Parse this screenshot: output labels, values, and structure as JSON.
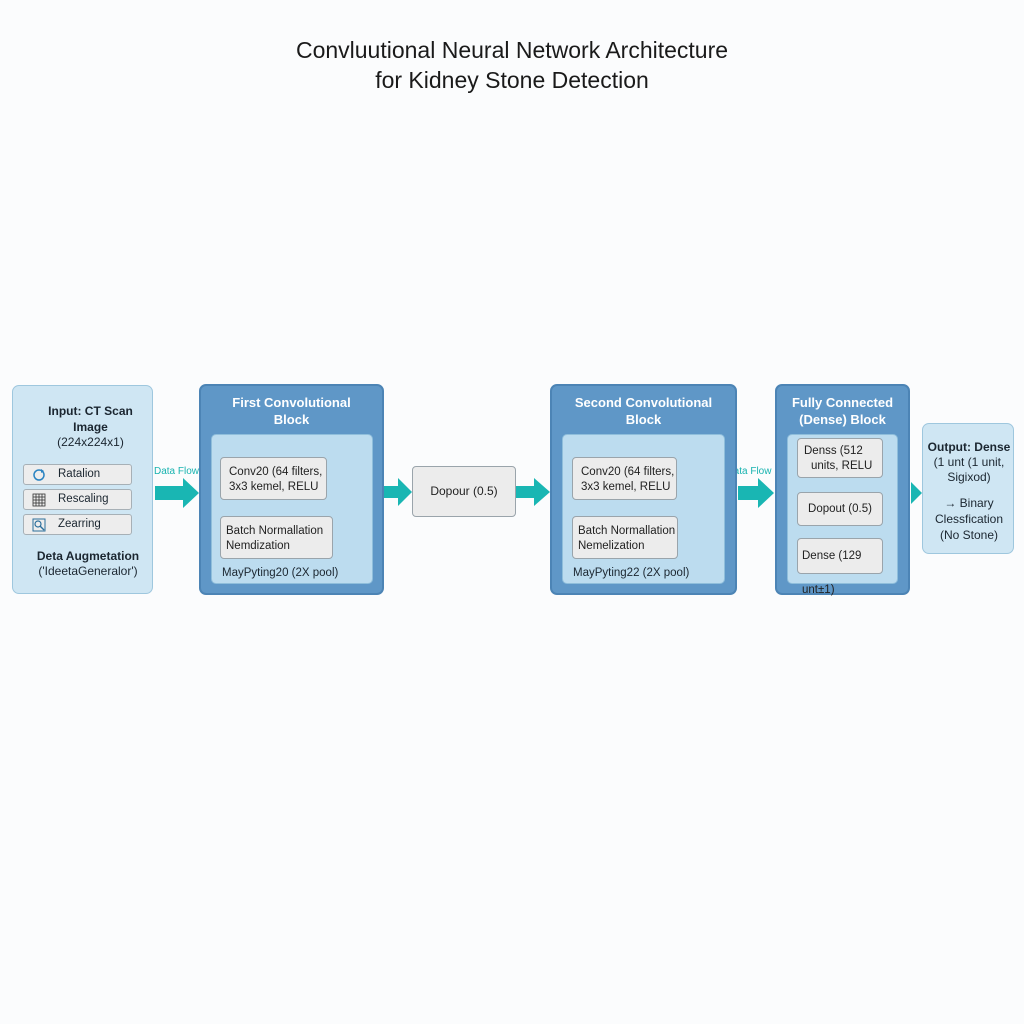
{
  "title": {
    "line1": "Convluutional Neural Network Architecture",
    "line2": "for Kidney Stone Detection"
  },
  "input": {
    "line1": "Input: CT Scan",
    "line2": "Image",
    "line3": "(224x224x1)",
    "augmentations": [
      {
        "label": "Ratalion",
        "icon": "rotation-icon"
      },
      {
        "label": "Rescaling",
        "icon": "grid-icon"
      },
      {
        "label": "Zearring",
        "icon": "zoom-icon"
      }
    ],
    "aug_title": "Deta Augmetation",
    "aug_sub": "('IdeetaGeneralor')"
  },
  "flow_labels": {
    "first": "Data Flow",
    "second": "Tdata Flow"
  },
  "block1": {
    "title_line1": "First Convolutional",
    "title_line2": "Block",
    "conv_line1": "Conv20 (64 filters,",
    "conv_line2": "3x3 kemel, RELU",
    "bn_line1": "Batch Normallation",
    "bn_line2": "Nemdization",
    "pool": "MayPyting20 (2X pool)"
  },
  "dropout_mid": "Dopour (0.5)",
  "block2": {
    "title_line1": "Second Convolutional",
    "title_line2": "Block",
    "conv_line1": "Conv20 (64 filters,",
    "conv_line2": "3x3 kemel, RELU",
    "bn_line1": "Batch Normallation",
    "bn_line2": "Nemelization",
    "pool": "MayPyting22 (2X pool)"
  },
  "dense_block": {
    "title_line1": "Fully Connected",
    "title_line2": "(Dense) Block",
    "dense1_line1": "Denss (512",
    "dense1_line2": "units, RELU",
    "dropout": "Dopout (0.5)",
    "dense2": "Dense (129 unt±1)"
  },
  "output": {
    "line1": "Output: Dense",
    "line2": "(1 unt (1 unit,",
    "line3": "Sigixod)",
    "line4": "→ Binary",
    "line5": "Clessfication",
    "line6": "(No Stone)"
  },
  "colors": {
    "block_blue": "#5f97c7",
    "inner_blue": "#bcdcef",
    "light_panel": "#cfe6f3",
    "teal_arrow": "#19b6b3"
  }
}
